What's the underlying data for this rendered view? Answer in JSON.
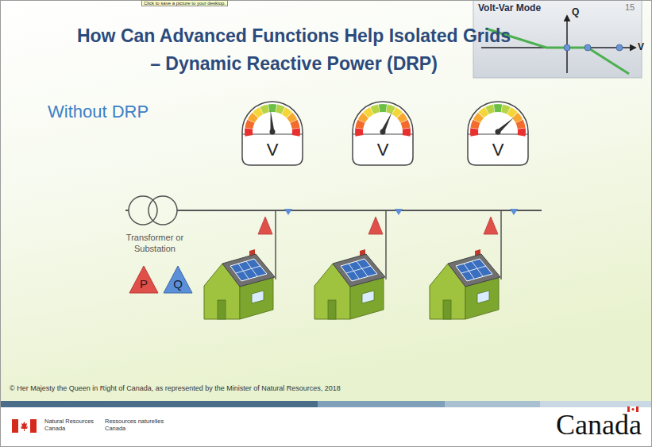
{
  "diagram": {
    "title": "How Can Advanced Functions Help Isolated Grids – Dynamic Reactive Power (DRP)",
    "nodes": [
      {
        "text": [
          "Volt-Var Mode"
        ]
      },
      {
        "text": [
          "V"
        ]
      },
      {
        "text": [
          "V"
        ]
      },
      {
        "text": [
          "V"
        ]
      },
      {
        "text": [
          "P"
        ]
      },
      {
        "text": [
          "Q"
        ]
      }
    ],
    "labels": [
      "Click to save a picture to your desktop.",
      "15",
      "Q",
      "V",
      "Without DRP",
      "Transformer or Substation",
      "© Her Majesty the Queen in Right of Canada, as represented by the Minister of Natural Resources, 2018",
      "Natural Resources Canada",
      "Ressources naturelles Canada",
      "Canada"
    ]
  }
}
